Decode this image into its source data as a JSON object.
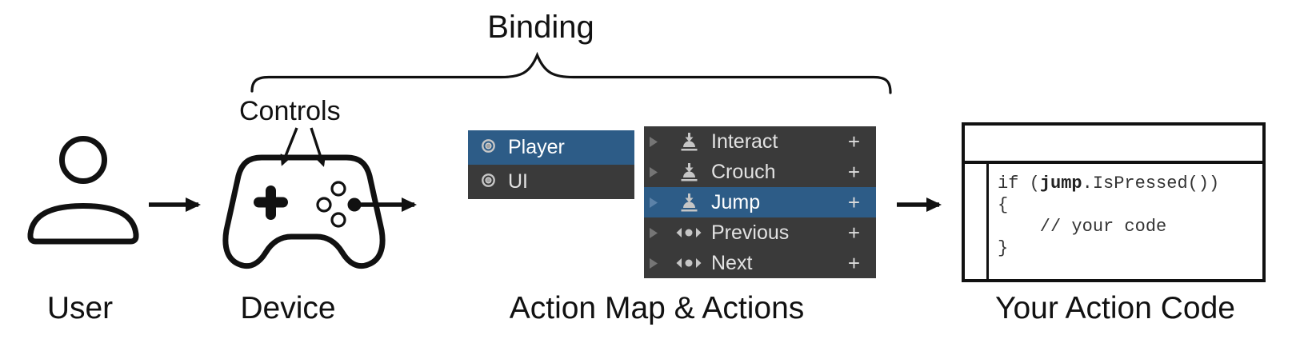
{
  "labels": {
    "binding": "Binding",
    "controls": "Controls",
    "user": "User",
    "device": "Device",
    "action_map": "Action Map & Actions",
    "action_code": "Your Action Code"
  },
  "action_map_panel": {
    "rows": [
      {
        "label": "Player",
        "selected": true
      },
      {
        "label": "UI",
        "selected": false
      }
    ]
  },
  "actions_panel": {
    "add_label": "+",
    "rows": [
      {
        "label": "Interact",
        "icon": "button-press",
        "selected": false
      },
      {
        "label": "Crouch",
        "icon": "button-press",
        "selected": false
      },
      {
        "label": "Jump",
        "icon": "button-press",
        "selected": true
      },
      {
        "label": "Previous",
        "icon": "axis",
        "selected": false
      },
      {
        "label": "Next",
        "icon": "axis",
        "selected": false
      }
    ]
  },
  "code_box": {
    "line1_prefix": "if (",
    "line1_bold": "jump",
    "line1_suffix": ".IsPressed())",
    "line2": "{",
    "line3": "    // your code",
    "line4": "}"
  },
  "colors": {
    "selection_blue": "#2d5c87",
    "panel_dark": "#3a3a3a",
    "row_text": "#e2e2e2",
    "icon_gray": "#c6c6c6",
    "foldout_gray": "#757575",
    "foldout_selected": "#5c82a8",
    "ink": "#111111"
  }
}
